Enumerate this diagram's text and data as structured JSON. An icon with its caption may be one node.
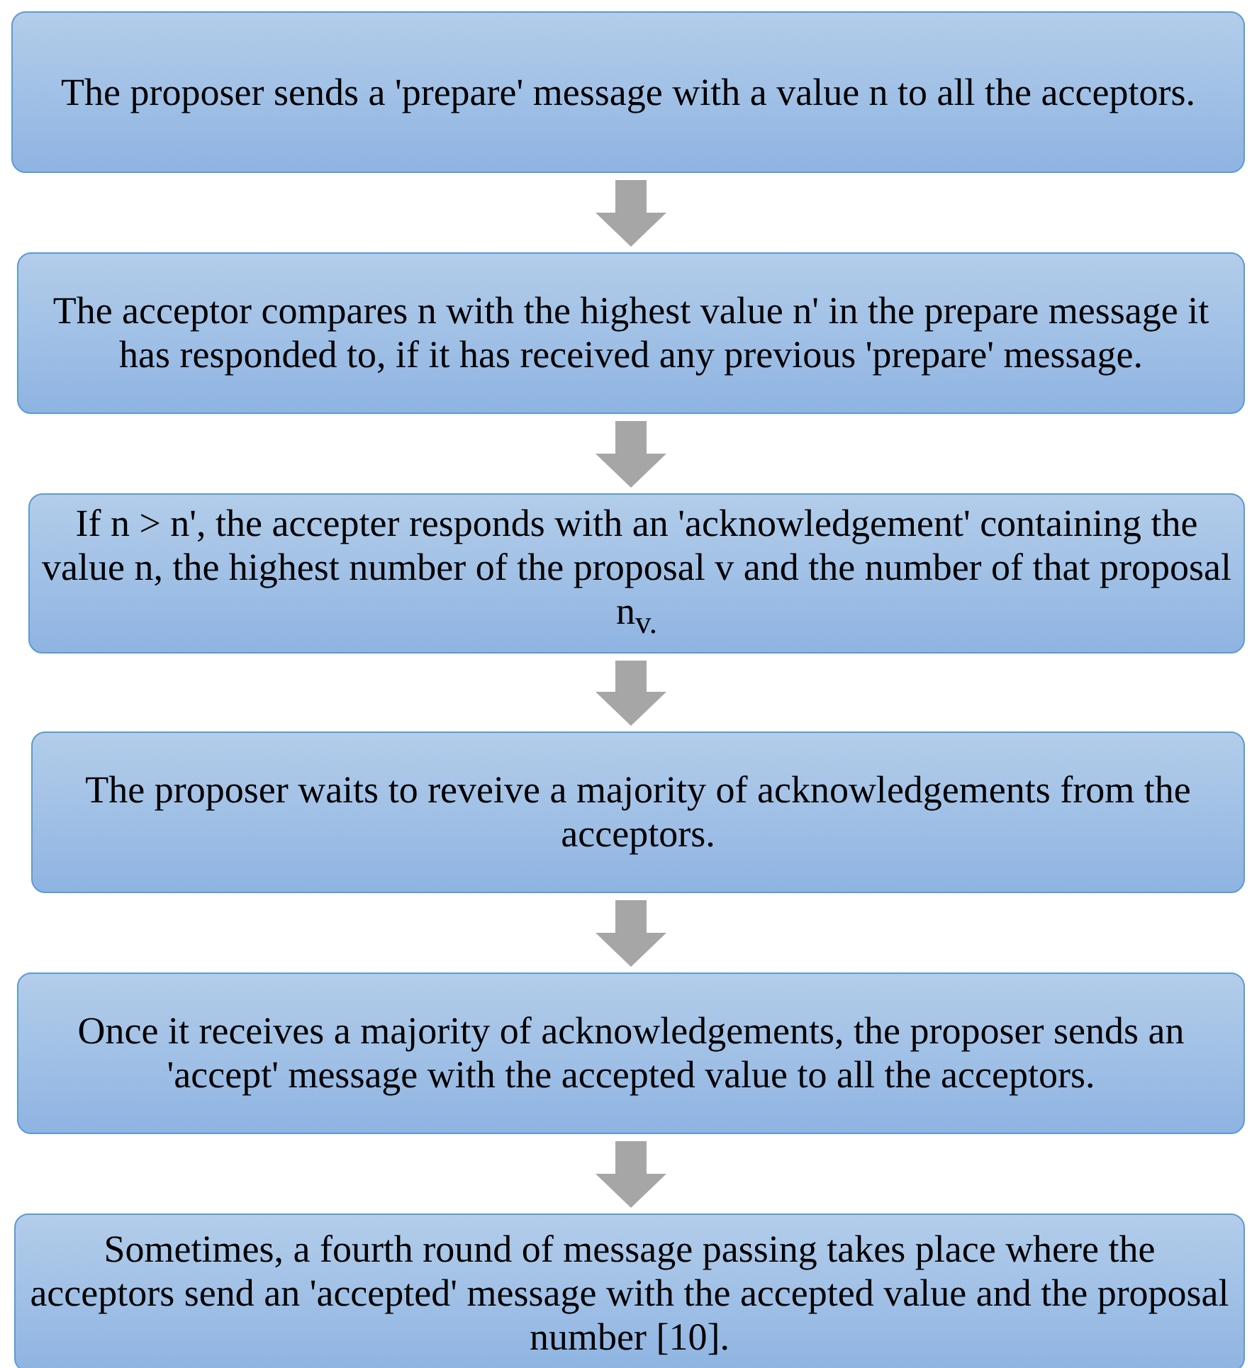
{
  "diagram": {
    "nodes": [
      {
        "text": [
          "The proposer sends a 'prepare' message with a value n to all the acceptors."
        ]
      },
      {
        "text": [
          "The acceptor compares n with the highest value n' in the prepare message it has responded to, if it has received any previous 'prepare' message."
        ]
      },
      {
        "text": [
          "If n > n', the accepter responds with an 'acknowledgement' containing the value n, the highest number of the proposal v and the number of that proposal n$_{v.}$"
        ]
      },
      {
        "text": [
          "The proposer waits to reveive a majority of acknowledgements from the acceptors."
        ]
      },
      {
        "text": [
          "Once it receives a majority of acknowledgements, the proposer sends an 'accept' message with the accepted value to all the acceptors."
        ]
      },
      {
        "text": [
          "Sometimes, a fourth round of message passing takes place where the acceptors send an 'accepted' message with the accepted value and the proposal number [10]."
        ]
      }
    ],
    "edges": [
      {
        "from": 0,
        "to": 1,
        "arrow": "to"
      },
      {
        "from": 1,
        "to": 2,
        "arrow": "to"
      },
      {
        "from": 2,
        "to": 3,
        "arrow": "to"
      },
      {
        "from": 3,
        "to": 4,
        "arrow": "to"
      },
      {
        "from": 4,
        "to": 5,
        "arrow": "to"
      }
    ]
  }
}
